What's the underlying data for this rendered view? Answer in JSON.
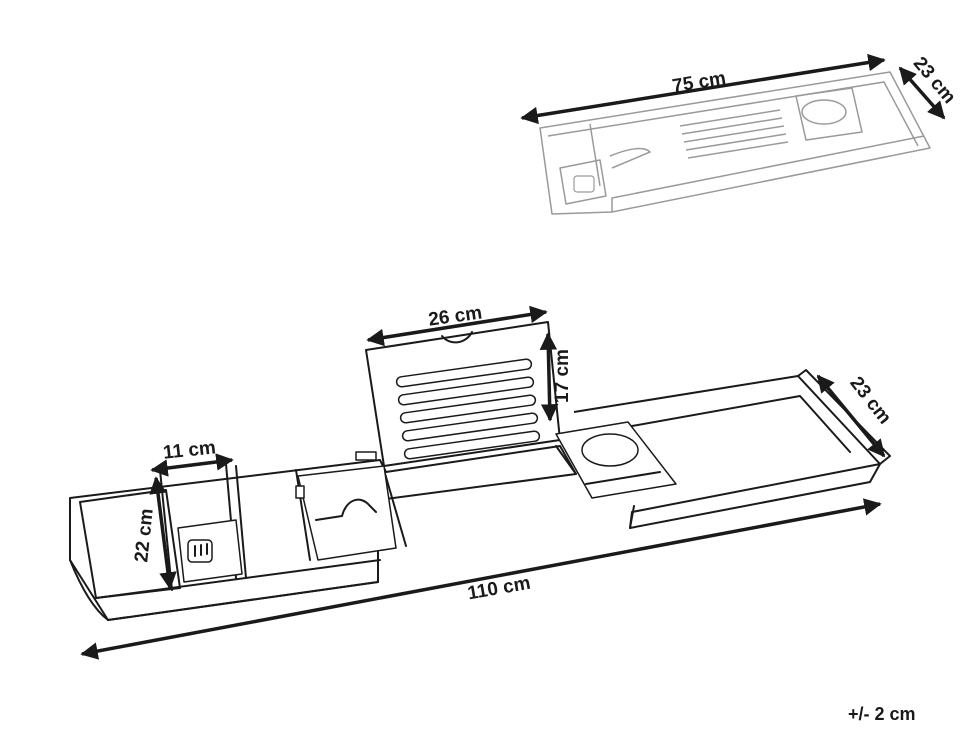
{
  "dimensions": {
    "compact_length": "75 cm",
    "compact_width": "23 cm",
    "book_rest_width": "26 cm",
    "book_rest_height": "17 cm",
    "tray_width": "23 cm",
    "soap_slot_width": "11 cm",
    "soap_slot_depth": "22 cm",
    "extended_length": "110 cm"
  },
  "tolerance": "+/- 2 cm",
  "colors": {
    "ink": "#1a1a1a",
    "faint": "#9a9a9a",
    "background": "#ffffff"
  }
}
